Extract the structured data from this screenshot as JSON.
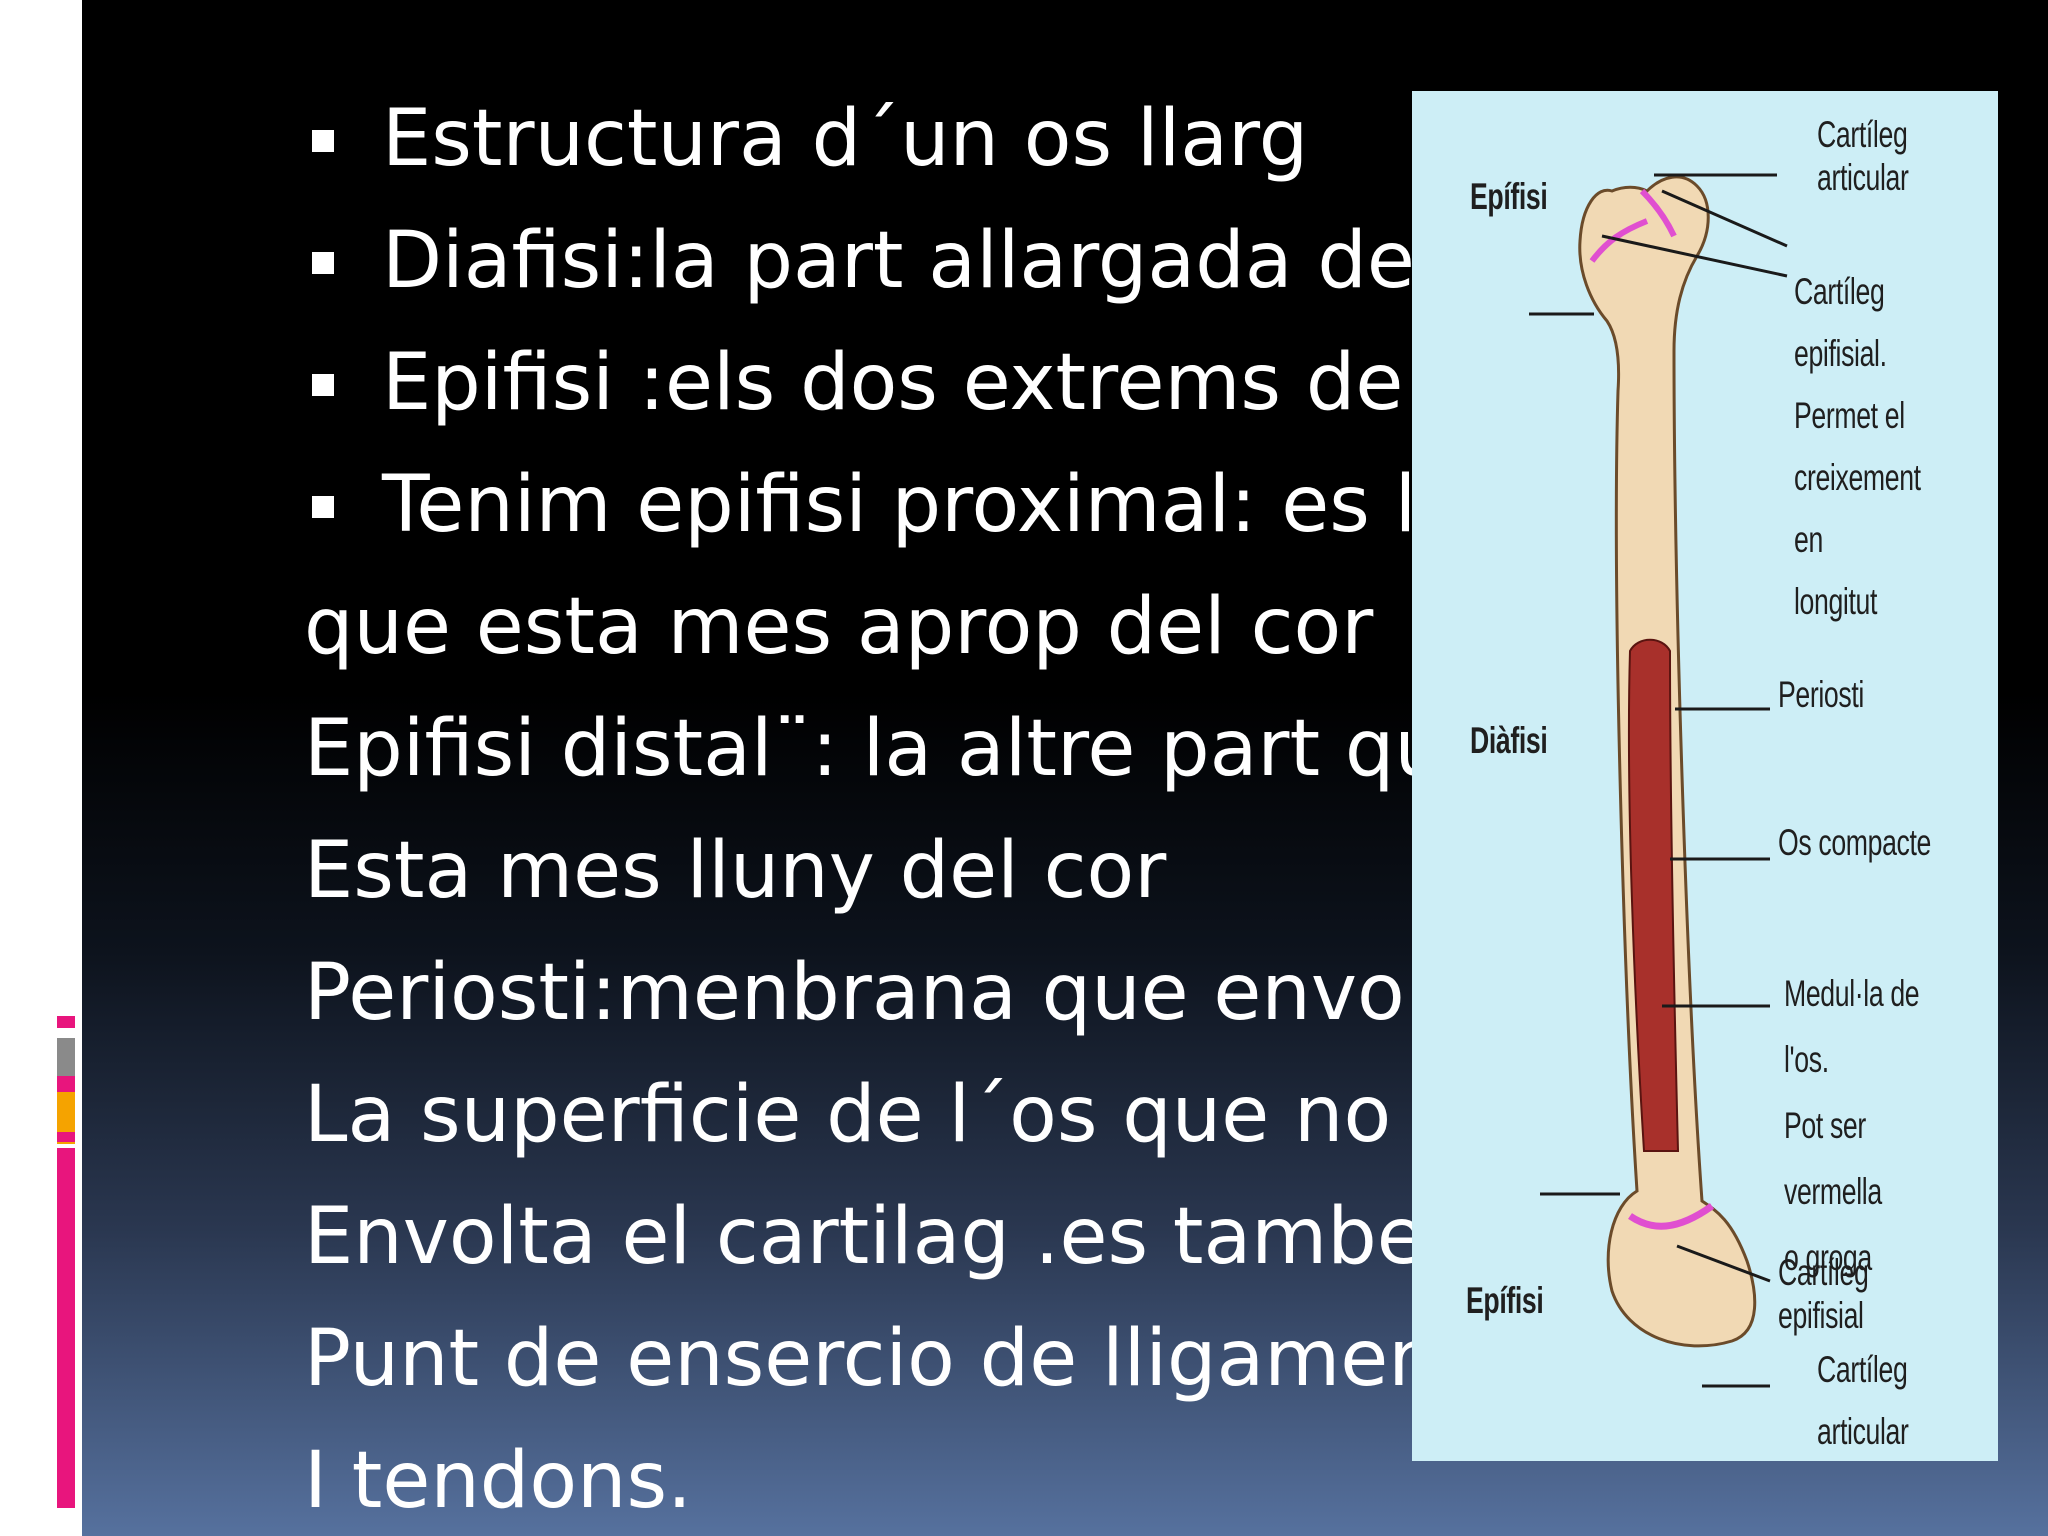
{
  "slide": {
    "bullets": [
      "Estructura d´un os llarg",
      "Diafisi:la part allargada de lós",
      "Epifisi :els dos extrems de l os",
      "Tenim epifisi proximal: es la"
    ],
    "body_lines": [
      "que esta mes aprop del cor",
      "Epifisi distal¨: la altre part que",
      "Esta mes lluny del cor",
      "Periosti:menbrana que envolta",
      "La superficie de l´os que no",
      "Envolta el cartilag .es tambe un",
      "Punt  de ensercio de lligamenti",
      "I tendons."
    ]
  },
  "figure": {
    "labels": {
      "epifisi_top": "Epífisi",
      "diafisi": "Diàfisi",
      "epifisi_bottom": "Epífisi",
      "cartileg_articular_top": "Cartíleg\narticular",
      "cartileg_epifisial_top": "Cartíleg epifisial.\nPermet el\ncreixement en\nlongitut",
      "periosti": "Periosti",
      "os_compacte": "Os compacte",
      "medulla": "Medul·la de l'os.\nPot ser vermella\no groga",
      "cartileg_epifisial_bottom": "Cartíleg epifisial",
      "cartileg_articular_bottom": "Cartíleg\narticular"
    }
  },
  "colors": {
    "bone": "#f1d9b4",
    "marrow": "#a8302b",
    "cartilage": "#e04fd0",
    "figure_bg": "#cdeef6",
    "accent_pink": "#e8157d",
    "accent_orange": "#f5a300"
  }
}
